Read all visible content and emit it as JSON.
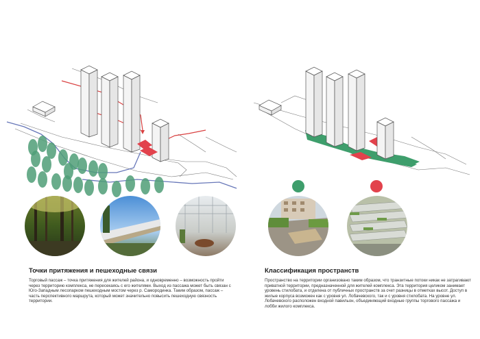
{
  "left": {
    "title": "Точки притяжения и пешеходные связи",
    "body": "Торговый пассаж – точка притяжения для жителей района, и одновременно – возможность пройти через территорию комплекса, не пересекаясь с его жителями. Выход из пассажа может быть связан с Юго-Западным лесопарком пешеходным мостом через р. Самородинка. Таким образом, пассаж – часть перспективного маршрута, который может значительно повысить пешеходную связность территории.",
    "photos": [
      "forest-park-photo",
      "pedestrian-bridge-photo",
      "shopping-passage-photo"
    ]
  },
  "right": {
    "title": "Классификация пространств",
    "body": "Пространство на территории организовано таким образом, что транзитные потоки никак не затрагивают приватной территории, предназначенной для жителей комплекса. Эта территория целиком занимает уровень стилобата, и отделена от публичных пространств за счет разницы в отметках высот. Доступ в жилые корпуса возможен как с уровня ул. Лобачевского, так и с уровня стилобата. На уровне ул. Лобачевского расположен входной павильон, объединяющий входные группы торгового пассажа и лобби жилого комплекса.",
    "photos": [
      "private-courtyard-photo",
      "public-terrace-photo"
    ]
  },
  "colors": {
    "private_green": "#3e9e6c",
    "public_red": "#e2424c",
    "route_red": "#d94040",
    "river_blue": "#6676b8",
    "tree_green": "#4f9e77",
    "outline": "#666666"
  }
}
